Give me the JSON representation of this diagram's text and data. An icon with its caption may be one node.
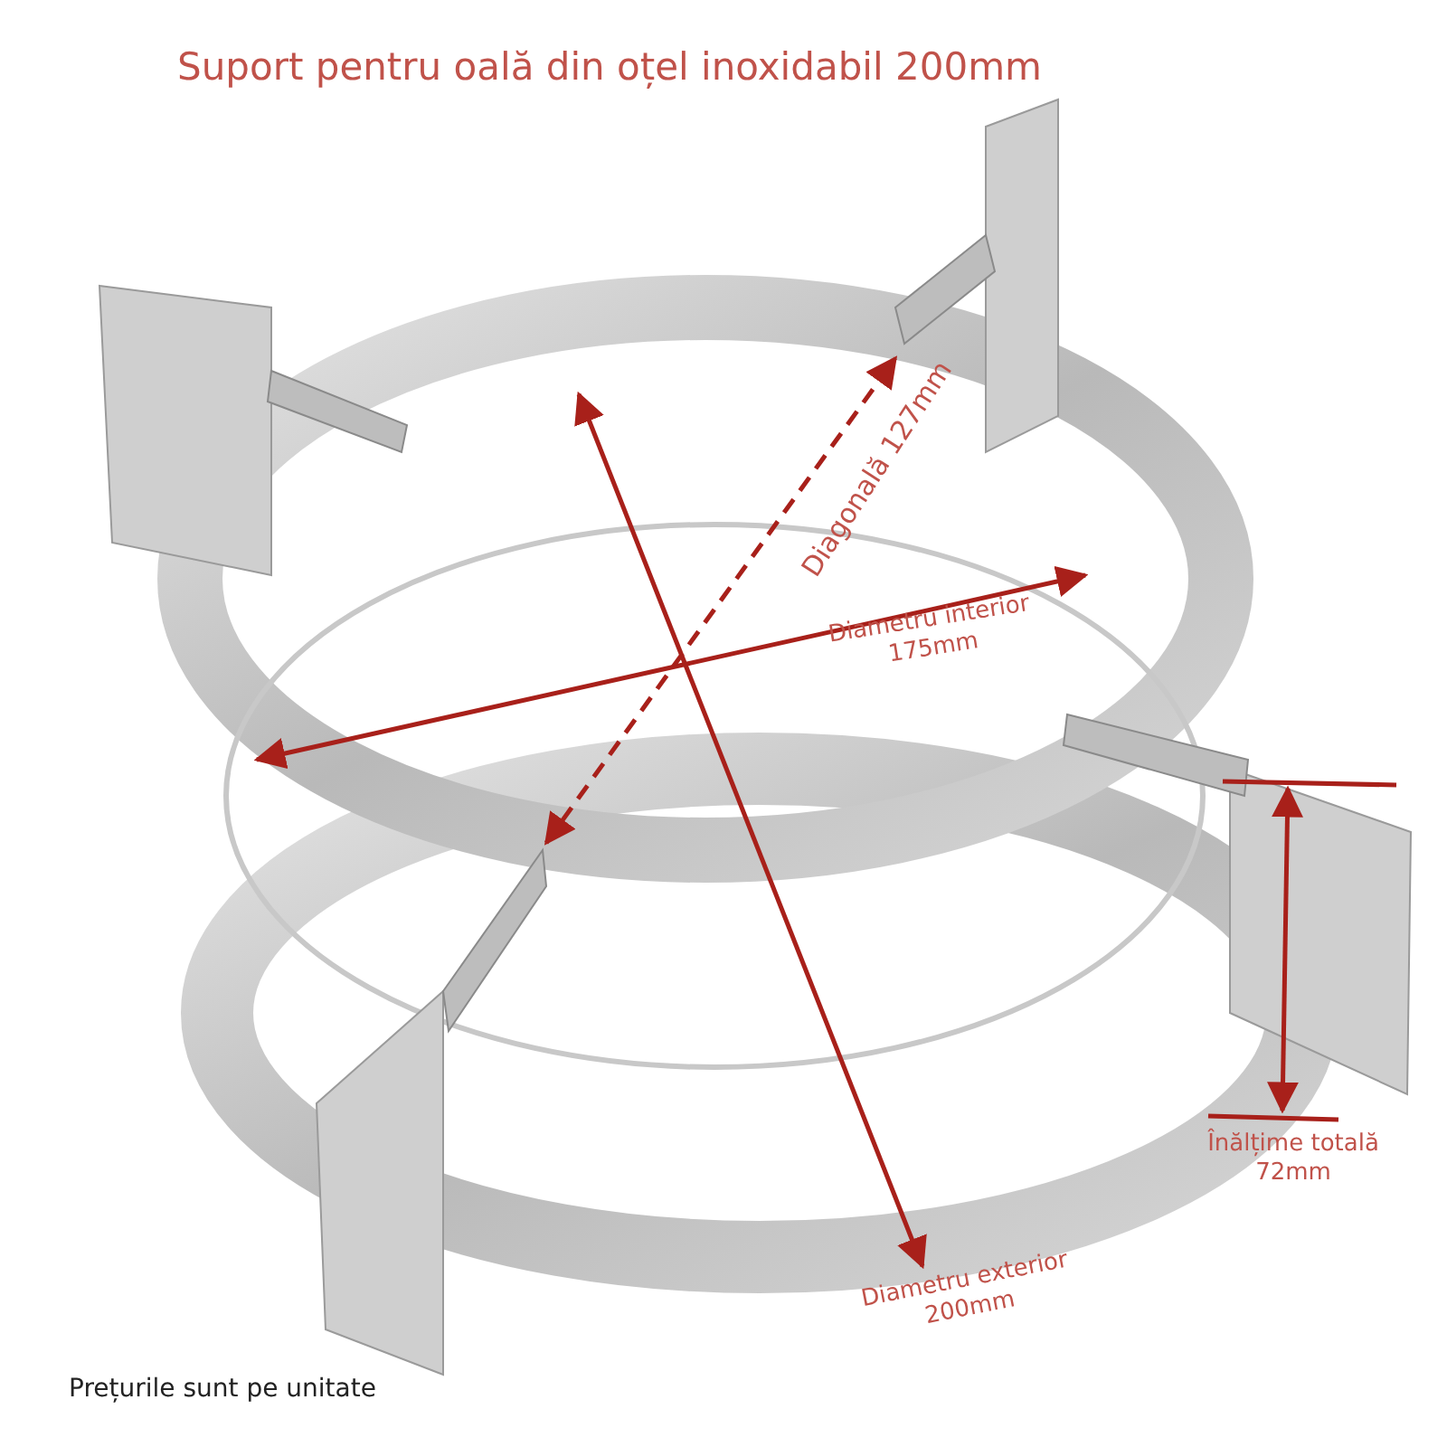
{
  "diagram": {
    "title": "Suport pentru oală din oțel inoxidabil 200mm",
    "labels": [
      "Diagonală 127mm",
      "Diametru interior 175mm",
      "Înălțime totală 72mm",
      "Diametru exterior 200mm",
      "Prețurile sunt pe unitate"
    ]
  }
}
